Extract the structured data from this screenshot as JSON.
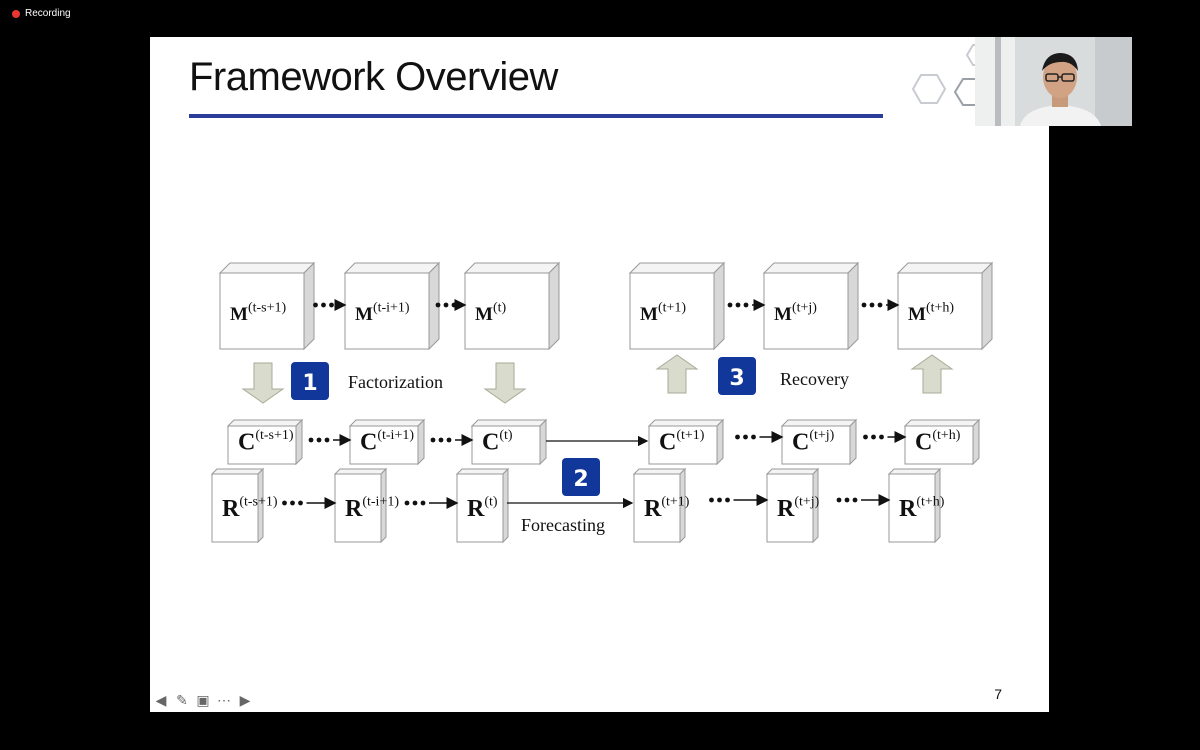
{
  "recording": {
    "label": "Recording",
    "color": "#e8372f"
  },
  "slide": {
    "title": "Framework Overview",
    "page_number": "7",
    "accent_color": "#2c3c9a",
    "badge_color": "#12379a"
  },
  "diagram": {
    "top_row_left": [
      {
        "base": "M",
        "sup": "(t-s+1)"
      },
      {
        "base": "M",
        "sup": "(t-i+1)"
      },
      {
        "base": "M",
        "sup": "(t)"
      }
    ],
    "top_row_right": [
      {
        "base": "M",
        "sup": "(t+1)"
      },
      {
        "base": "M",
        "sup": "(t+j)"
      },
      {
        "base": "M",
        "sup": "(t+h)"
      }
    ],
    "c_row_left": [
      {
        "base": "C",
        "sup": "(t-s+1)"
      },
      {
        "base": "C",
        "sup": "(t-i+1)"
      },
      {
        "base": "C",
        "sup": "(t)"
      }
    ],
    "c_row_right": [
      {
        "base": "C",
        "sup": "(t+1)"
      },
      {
        "base": "C",
        "sup": "(t+j)"
      },
      {
        "base": "C",
        "sup": "(t+h)"
      }
    ],
    "r_row_left": [
      {
        "base": "R",
        "sup": "(t-s+1)"
      },
      {
        "base": "R",
        "sup": "(t-i+1)"
      },
      {
        "base": "R",
        "sup": "(t)"
      }
    ],
    "r_row_right": [
      {
        "base": "R",
        "sup": "(t+1)"
      },
      {
        "base": "R",
        "sup": "(t+j)"
      },
      {
        "base": "R",
        "sup": "(t+h)"
      }
    ],
    "steps": [
      {
        "number": "1",
        "label": "Factorization"
      },
      {
        "number": "2",
        "label": "Forecasting"
      },
      {
        "number": "3",
        "label": "Recovery"
      }
    ]
  },
  "nav_icons": [
    "arrow-left-icon",
    "pen-icon",
    "screen-icon",
    "more-icon",
    "arrow-right-icon"
  ]
}
